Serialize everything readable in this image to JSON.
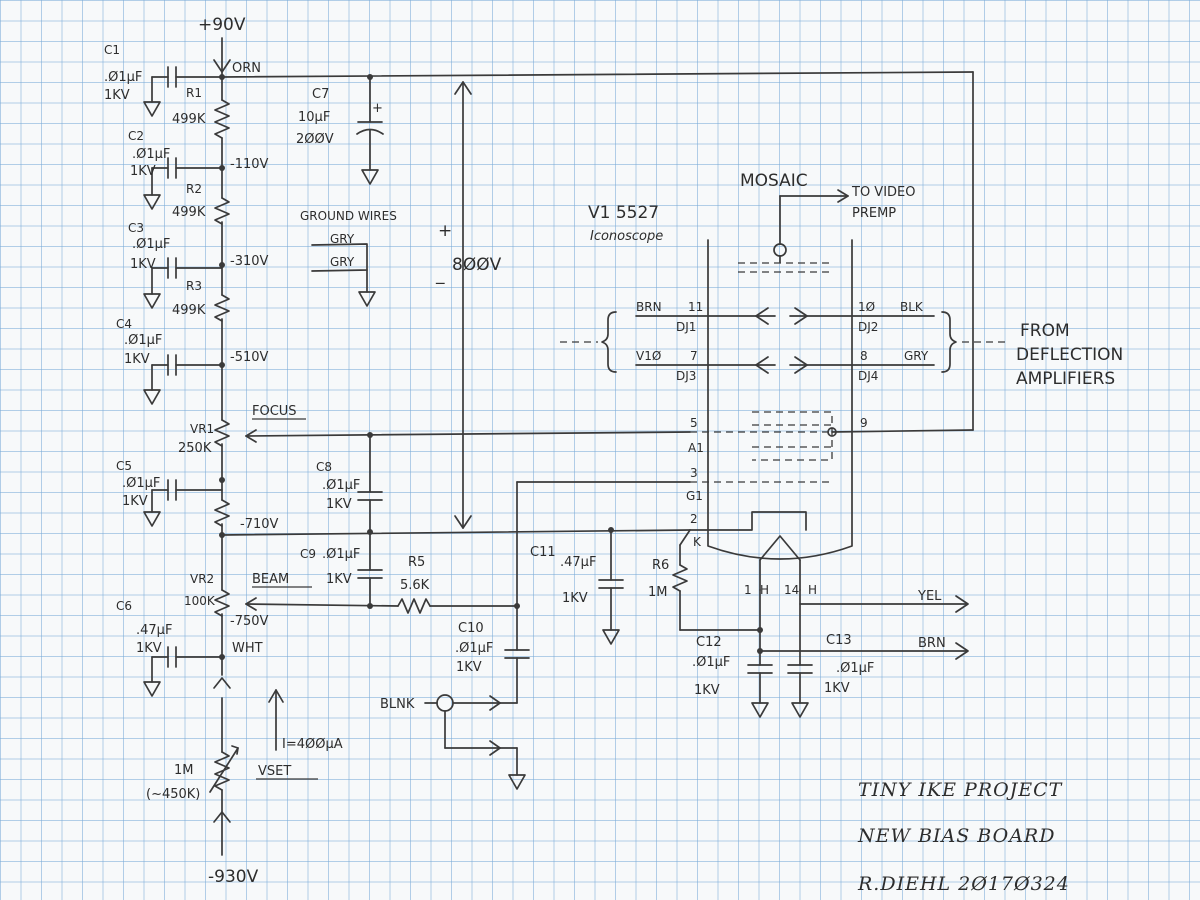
{
  "supply": {
    "top": "+90V",
    "bottom": "-930V"
  },
  "taps": {
    "t1": "-110V",
    "t2": "-310V",
    "t3": "-510V",
    "t4": "-710V",
    "t5": "-750V"
  },
  "wire_colors": {
    "orn": "ORN",
    "wht": "WHT",
    "yel": "YEL",
    "brn_heater": "BRN"
  },
  "resistors": {
    "r1_name": "R1",
    "r1_value": "499K",
    "r2_name": "R2",
    "r2_value": "499K",
    "r3_name": "R3",
    "r3_value": "499K",
    "r5_name": "R5",
    "r5_value": "5.6K",
    "r6_name": "R6",
    "r6_value": "1M",
    "vset_value": "1M",
    "vset_approx": "(~450K)",
    "vset_label": "VSET"
  },
  "pots": {
    "vr1_name": "VR1",
    "vr1_value": "250K",
    "vr1_label": "FOCUS",
    "vr2_name": "VR2",
    "vr2_value": "100K",
    "vr2_label": "BEAM"
  },
  "capacitors": {
    "c1_name": "C1",
    "c1_value": ".Ø1µF",
    "c1_volt": "1KV",
    "c2_name": "C2",
    "c2_value": ".Ø1µF",
    "c2_volt": "1KV",
    "c3_name": "C3",
    "c3_value": ".Ø1µF",
    "c3_volt": "1KV",
    "c4_name": "C4",
    "c4_value": ".Ø1µF",
    "c4_volt": "1KV",
    "c5_name": "C5",
    "c5_value": ".Ø1µF",
    "c5_volt": "1KV",
    "c6_name": "C6",
    "c6_value": ".47µF",
    "c6_volt": "1KV",
    "c7_name": "C7",
    "c7_value": "10µF",
    "c7_volt": "2ØØV",
    "c8_name": "C8",
    "c8_value": ".Ø1µF",
    "c8_volt": "1KV",
    "c9_name": "C9",
    "c9_value": ".Ø1µF",
    "c9_volt": "1KV",
    "c10_name": "C10",
    "c10_value": ".Ø1µF",
    "c10_volt": "1KV",
    "c11_name": "C11",
    "c11_value": ".47µF",
    "c11_volt": "1KV",
    "c12_name": "C12",
    "c12_value": ".Ø1µF",
    "c12_volt": "1KV",
    "c13_name": "C13",
    "c13_value": ".Ø1µF",
    "c13_volt": "1KV"
  },
  "ground_wires": {
    "title": "GROUND WIRES",
    "w1": "GRY",
    "w2": "GRY"
  },
  "span": {
    "plus": "+",
    "value": "8ØØV",
    "minus": "_"
  },
  "current": "I=4ØØµA",
  "blank": "BLNK",
  "tube": {
    "name": "V1 5527",
    "type": "Iconoscope",
    "mosaic": "MOSAIC",
    "to_video": "TO VIDEO",
    "premp": "PREMP"
  },
  "pins": {
    "p11": "11",
    "p10": "1Ø",
    "p7": "7",
    "p8": "8",
    "p5": "5",
    "p9": "9",
    "p3": "3",
    "p2": "2",
    "p1": "1",
    "p14": "14",
    "dj1": "DJ1",
    "dj2": "DJ2",
    "dj3": "DJ3",
    "dj4": "DJ4",
    "brn": "BRN",
    "blk": "BLK",
    "v10": "V1Ø",
    "gry": "GRY",
    "a1": "A1",
    "g1": "G1",
    "k": "K",
    "h": "H"
  },
  "deflection": {
    "from": "FROM",
    "deflection": "DEFLECTION",
    "amplifiers": "AMPLIFIERS"
  },
  "title_block": {
    "line1": "TINY IKE PROJECT",
    "line2": "NEW BIAS BOARD",
    "line3": "R.DIEHL 2Ø17Ø324"
  }
}
